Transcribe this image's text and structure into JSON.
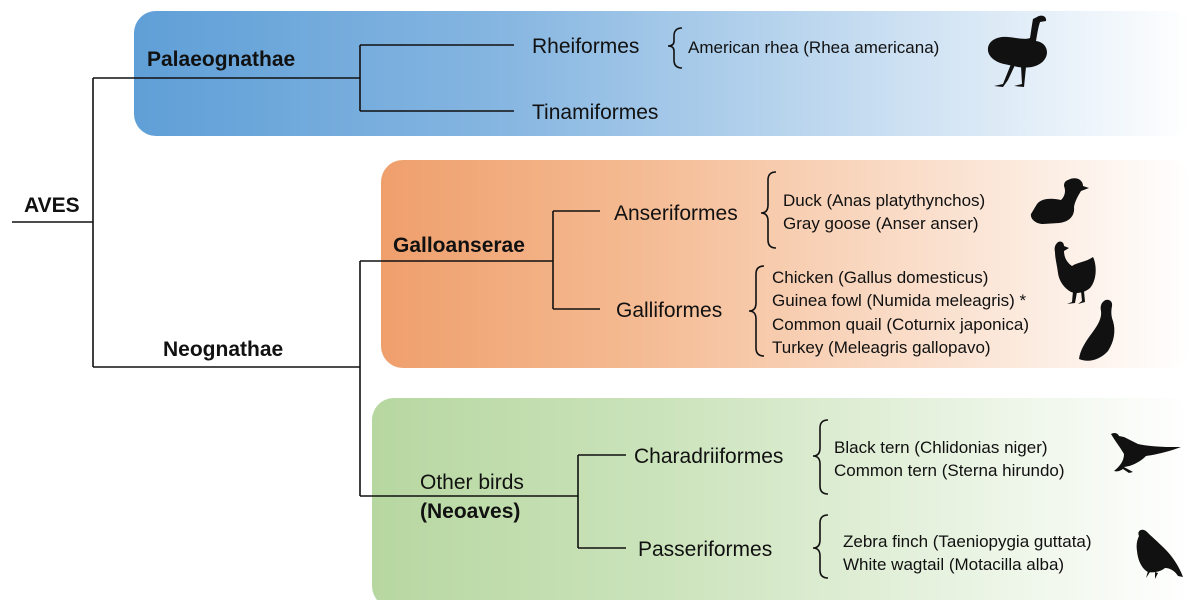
{
  "root": {
    "label": "AVES"
  },
  "palaeognathae": {
    "label": "Palaeognathae",
    "color": "#6fa8dc",
    "orders": [
      {
        "name": "Rheiformes",
        "species": [
          "American rhea (Rhea americana)"
        ],
        "silhouette": "rhea-icon"
      },
      {
        "name": "Tinamiformes",
        "species": []
      }
    ]
  },
  "neognathae": {
    "label": "Neognathae"
  },
  "galloanserae": {
    "label": "Galloanserae",
    "color": "#f0a777",
    "orders": [
      {
        "name": "Anseriformes",
        "species": [
          "Duck (Anas platythynchos)",
          "Gray goose (Anser anser)"
        ],
        "silhouette": "duck-icon"
      },
      {
        "name": "Galliformes",
        "species": [
          "Chicken (Gallus domesticus)",
          "Guinea fowl (Numida meleagris) *",
          "Common quail (Coturnix japonica)",
          "Turkey (Meleagris gallopavo)"
        ],
        "silhouettes": [
          "chicken-icon",
          "guinea-fowl-icon"
        ]
      }
    ]
  },
  "neoaves": {
    "label_line1": "Other birds",
    "label_line2": "(Neoaves)",
    "color": "#bddaa8",
    "orders": [
      {
        "name": "Charadriiformes",
        "species": [
          "Black tern (Chlidonias niger)",
          "Common tern (Sterna hirundo)"
        ],
        "silhouette": "tern-icon"
      },
      {
        "name": "Passeriformes",
        "species": [
          "Zebra finch (Taeniopygia guttata)",
          "White wagtail (Motacilla alba)"
        ],
        "silhouette": "finch-icon"
      }
    ]
  }
}
